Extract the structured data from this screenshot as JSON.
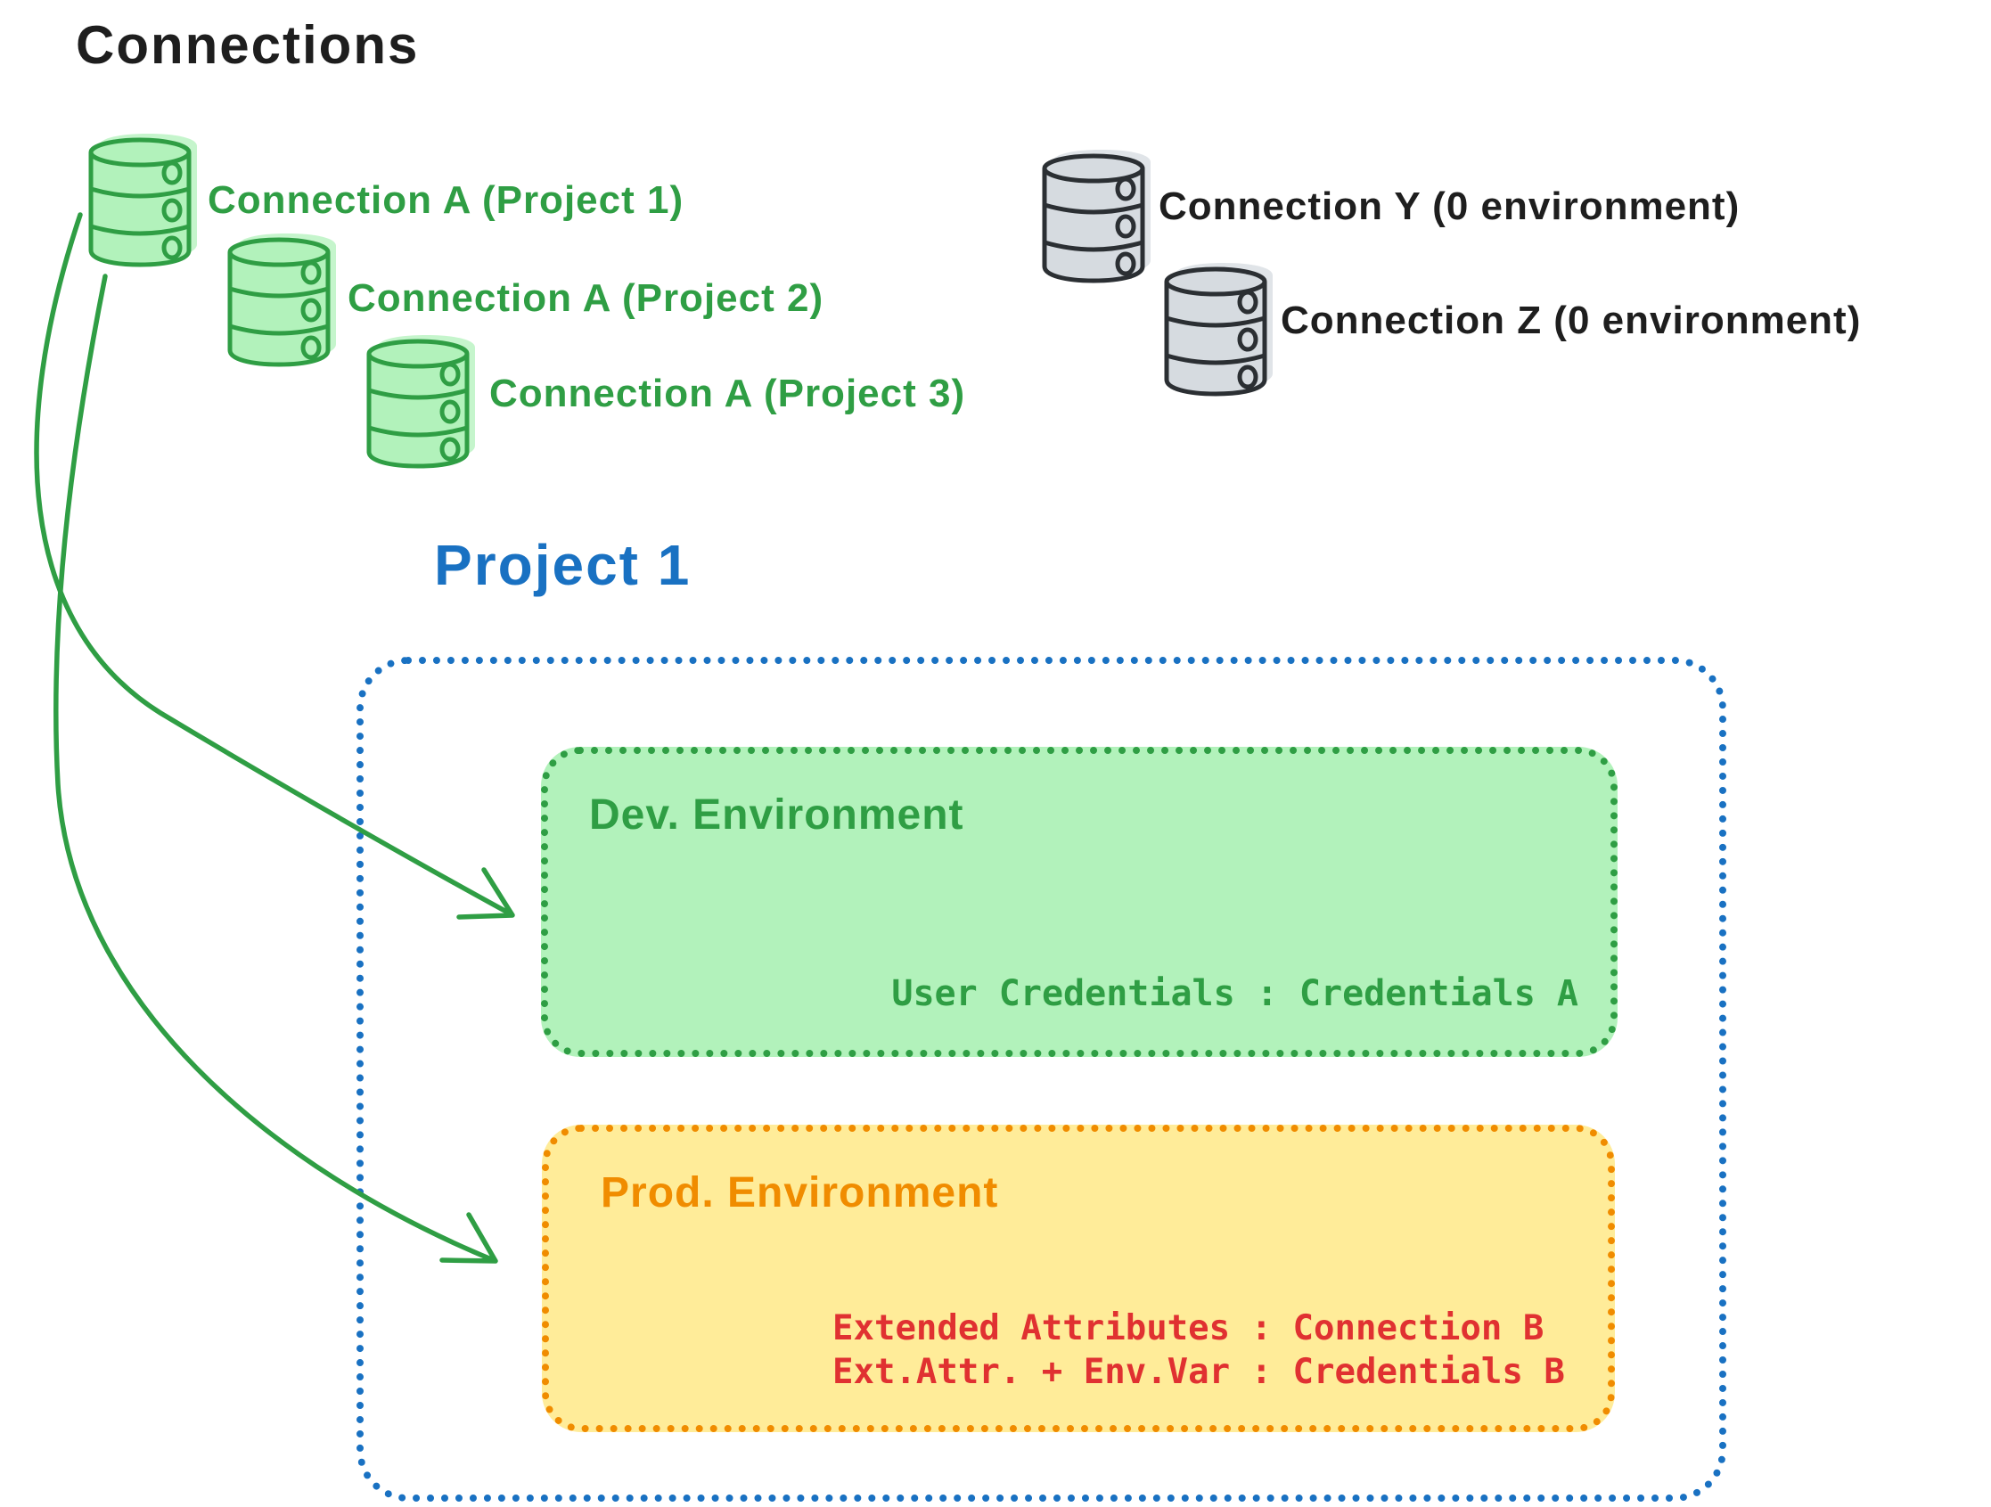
{
  "title": "Connections",
  "connections": [
    {
      "label": "Connection A (Project 1)",
      "variant": "green"
    },
    {
      "label": "Connection A (Project 2)",
      "variant": "green"
    },
    {
      "label": "Connection A (Project 3)",
      "variant": "green"
    },
    {
      "label": "Connection Y (0 environment)",
      "variant": "gray"
    },
    {
      "label": "Connection Z (0 environment)",
      "variant": "gray"
    }
  ],
  "project": {
    "title": "Project 1",
    "environments": [
      {
        "name": "Dev. Environment",
        "lines": [
          "User Credentials : Credentials A"
        ]
      },
      {
        "name": "Prod. Environment",
        "lines": [
          "Extended Attributes : Connection B",
          "Ext.Attr. + Env.Var : Credentials B"
        ]
      }
    ]
  },
  "colors": {
    "ink": "#1e1e1e",
    "green": "#2f9e44",
    "green_fill": "#b2f2bb",
    "blue": "#1971c2",
    "orange": "#f08c00",
    "orange_fill": "#ffec99",
    "red": "#e03131",
    "gray_fill": "#d6dbe0",
    "gray_stroke": "#2b2f33"
  }
}
